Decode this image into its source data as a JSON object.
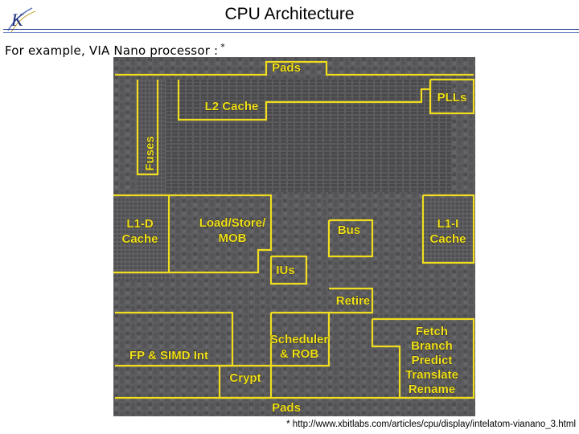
{
  "header": {
    "title": "CPU Architecture",
    "subtitle": "For example, VIA Nano processor :",
    "subtitle_mark": "*"
  },
  "figure": {
    "blocks": {
      "pads_top": "Pads",
      "l2_cache": "L2 Cache",
      "plls": "PLLs",
      "fuses": "Fuses",
      "l1d_line1": "L1-D",
      "l1d_line2": "Cache",
      "lsu_line1": "Load/Store/",
      "lsu_line2": "MOB",
      "bus": "Bus",
      "l1i_line1": "L1-I",
      "l1i_line2": "Cache",
      "ius": "IUs",
      "retire": "Retire",
      "fetch_line1": "Fetch",
      "fetch_line2": "Branch",
      "fetch_line3": "Predict",
      "fetch_line4": "Translate",
      "fetch_line5": "Rename",
      "sched_line1": "Scheduler",
      "sched_line2": "& ROB",
      "fp_simd": "FP & SIMD Int",
      "crypt": "Crypt",
      "pads_bottom": "Pads"
    },
    "colors": {
      "block_outline": "#f0dd1e",
      "die_background": "#58585a"
    }
  },
  "footnote": "* http://www.xbitlabs.com/articles/cpu/display/intelatom-vianano_3.html"
}
